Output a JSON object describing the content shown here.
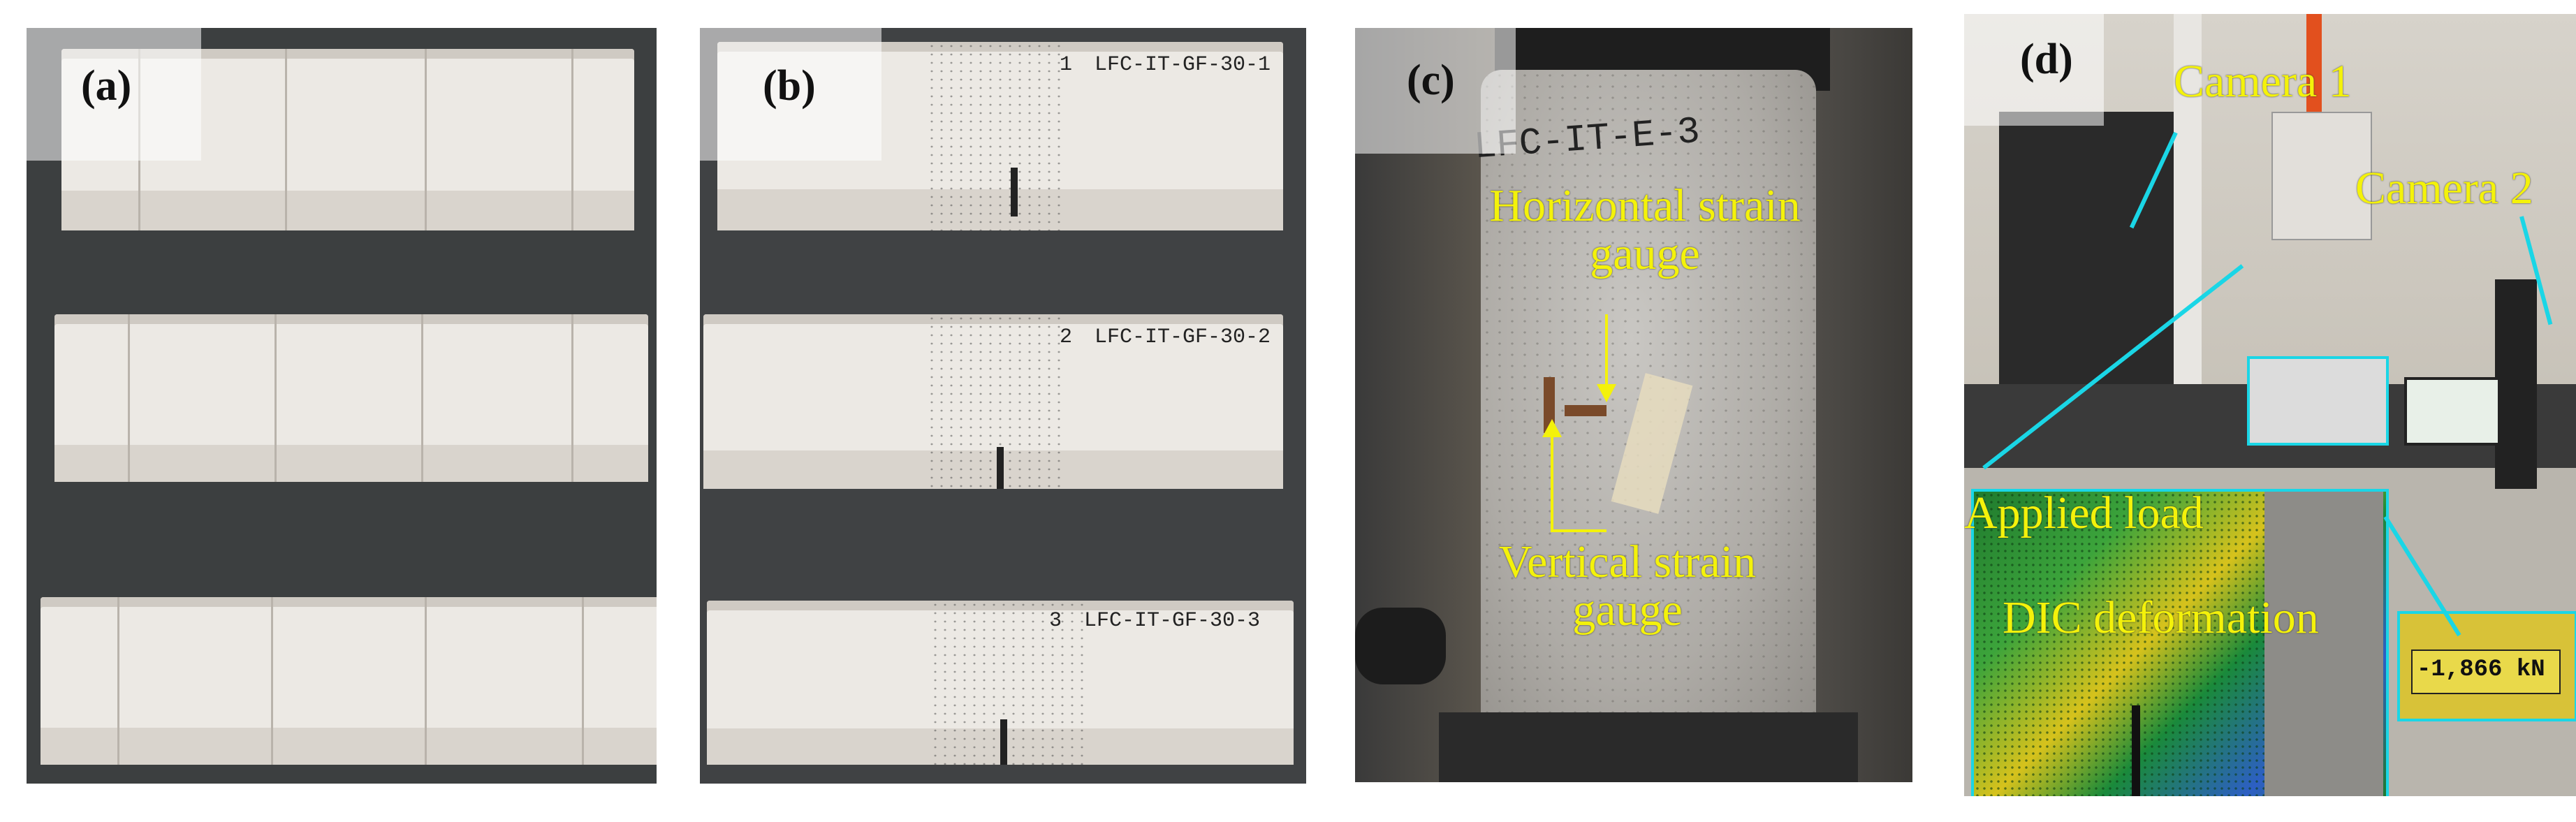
{
  "panels": [
    {
      "id": "a",
      "label": "(a)"
    },
    {
      "id": "b",
      "label": "(b)",
      "beam_labels": [
        "LFC-IT-GF-30-1",
        "LFC-IT-GF-30-2",
        "LFC-IT-GF-30-3"
      ],
      "beam_numbers": [
        "1",
        "2",
        "3"
      ]
    },
    {
      "id": "c",
      "label": "(c)",
      "specimen_text": "LFC-IT-E-3",
      "annotations": {
        "horizontal": "Horizontal strain\ngauge",
        "vertical": "Vertical strain\ngauge"
      }
    },
    {
      "id": "d",
      "label": "(d)",
      "annotations": {
        "camera1": "Camera 1",
        "camera2": "Camera 2",
        "load": "Applied load",
        "dic": "DIC deformation",
        "readout": "-1,866 kN"
      }
    }
  ],
  "colors": {
    "annotation": "#f4f20a",
    "callout_line": "#1ad6e6",
    "background": "#3b3d3e"
  }
}
